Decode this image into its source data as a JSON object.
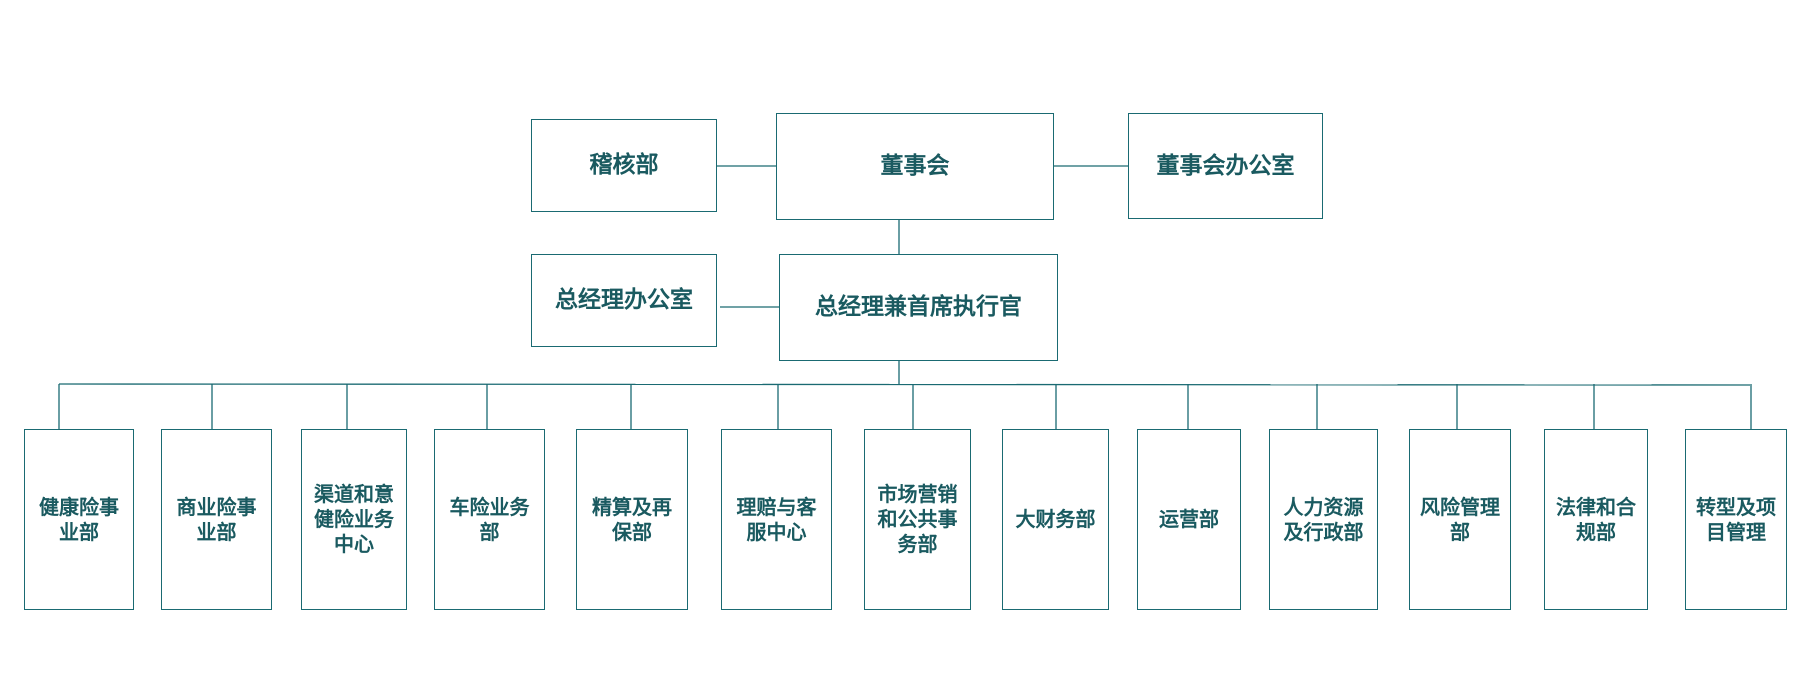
{
  "top": {
    "audit": "稽核部",
    "board": "董事会",
    "board_office": "董事会办公室",
    "gm_office": "总经理办公室",
    "ceo": "总经理兼首席执行官"
  },
  "departments": [
    "健康险事业部",
    "商业险事业部",
    "渠道和意健险业务中心",
    "车险业务部",
    "精算及再保部",
    "理赔与客服中心",
    "市场营销和公共事务部",
    "大财务部",
    "运营部",
    "人力资源及行政部",
    "风险管理部",
    "法律和合规部",
    "转型及项目管理"
  ],
  "colors": {
    "border": "#1a6a72",
    "text": "#1a5a60"
  }
}
